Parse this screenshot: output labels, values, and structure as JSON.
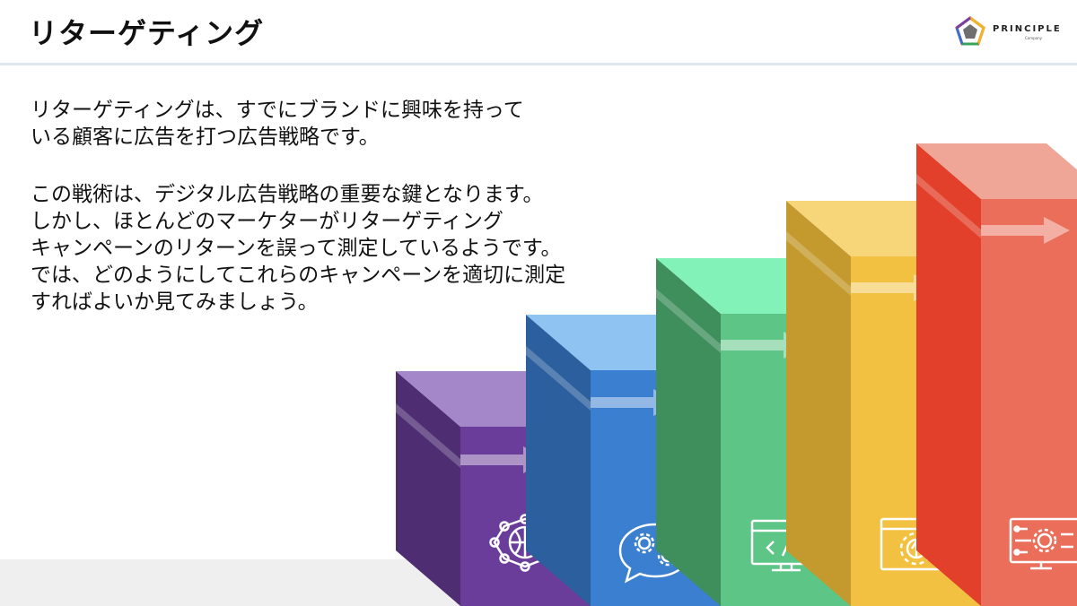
{
  "header": {
    "title": "リターゲティング",
    "logo_name": "PRINCIPLE",
    "logo_sub": "Company"
  },
  "body": {
    "paragraph1": [
      "リターゲティングは、すでにブランドに興味を持って",
      "いる顧客に広告を打つ広告戦略です。"
    ],
    "paragraph2": [
      "この戦術は、デジタル広告戦略の重要な鍵となります。",
      "しかし、ほとんどのマーケターがリターゲティング",
      "キャンペーンのリターンを誤って測定しているようです。",
      "では、どのようにしてこれらのキャンペーンを適切に測定",
      "すればよいか見てみましょう。"
    ]
  },
  "steps": [
    {
      "color_front": "#6a3d9a",
      "color_top": "#a487c9",
      "color_side": "#4e2d73",
      "icon": "network-globe-icon"
    },
    {
      "color_front": "#3b7fd0",
      "color_top": "#8fc3f2",
      "color_side": "#2c5f9e",
      "icon": "gears-speech-icon"
    },
    {
      "color_front": "#5dc585",
      "color_top": "#83f2b8",
      "color_side": "#3e8f5c",
      "icon": "code-monitor-icon"
    },
    {
      "color_front": "#f2c142",
      "color_top": "#f7d67a",
      "color_side": "#c49a2e",
      "icon": "gear-window-icon"
    },
    {
      "color_front": "#ea6e5a",
      "color_top": "#f0a696",
      "color_side": "#e2402a",
      "icon": "circuit-monitor-icon"
    }
  ]
}
